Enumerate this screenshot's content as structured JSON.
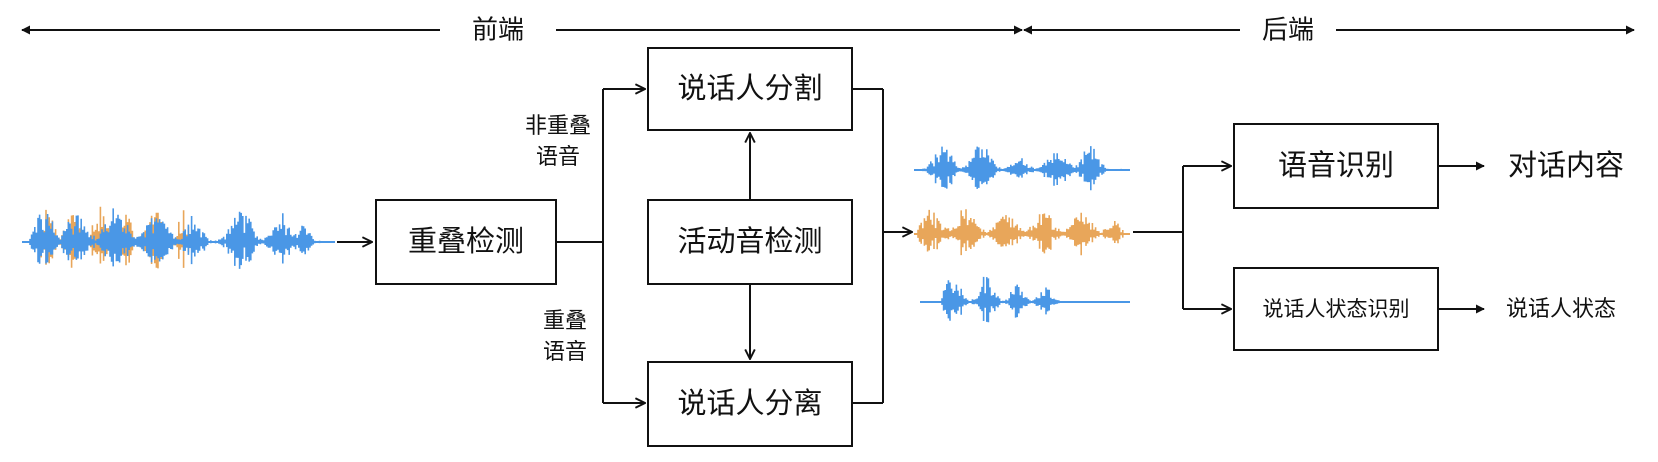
{
  "section_front": "前端",
  "section_back": "后端",
  "boxes": {
    "overlap_detect": "重叠检测",
    "vad": "活动音检测",
    "diarization": "说话人分割",
    "separation": "说话人分离",
    "asr": "语音识别",
    "speaker_state_recog": "说话人状态识别"
  },
  "edge_labels": {
    "non_overlap_l1": "非重叠",
    "non_overlap_l2": "语音",
    "overlap_l1": "重叠",
    "overlap_l2": "语音"
  },
  "outputs": {
    "dialogue_content": "对话内容",
    "speaker_state": "说话人状态"
  },
  "colors": {
    "wave_blue": "#4a97e6",
    "wave_orange": "#e8a65a",
    "line": "#111111"
  }
}
